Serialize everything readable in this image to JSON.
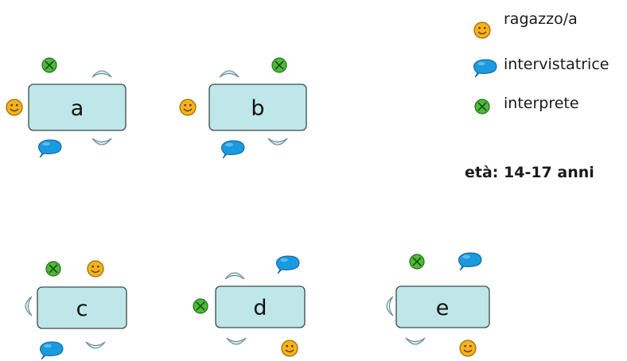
{
  "legend": {
    "items": [
      {
        "icon": "smiley-icon",
        "label": "ragazzo/a"
      },
      {
        "icon": "speech-bubble-icon",
        "label": "intervistatrice"
      },
      {
        "icon": "x-circle-icon",
        "label": "interprete"
      }
    ],
    "age": "età: 14-17 anni"
  },
  "tables": [
    {
      "label": "a"
    },
    {
      "label": "b"
    },
    {
      "label": "c"
    },
    {
      "label": "d"
    },
    {
      "label": "e"
    }
  ],
  "colors": {
    "table_fill": "#bfe6e9",
    "table_stroke": "#3a4a4c",
    "smiley_fill": "#f6b21c",
    "smiley_stroke": "#9a6a00",
    "bubble_fill": "#1a9ae0",
    "bubble_stroke": "#0d5f95",
    "xcircle_fill": "#4dbb3a",
    "xcircle_stroke": "#256b1a",
    "chair_fill": "#d4eef0",
    "chair_stroke": "#6b8b8e"
  }
}
